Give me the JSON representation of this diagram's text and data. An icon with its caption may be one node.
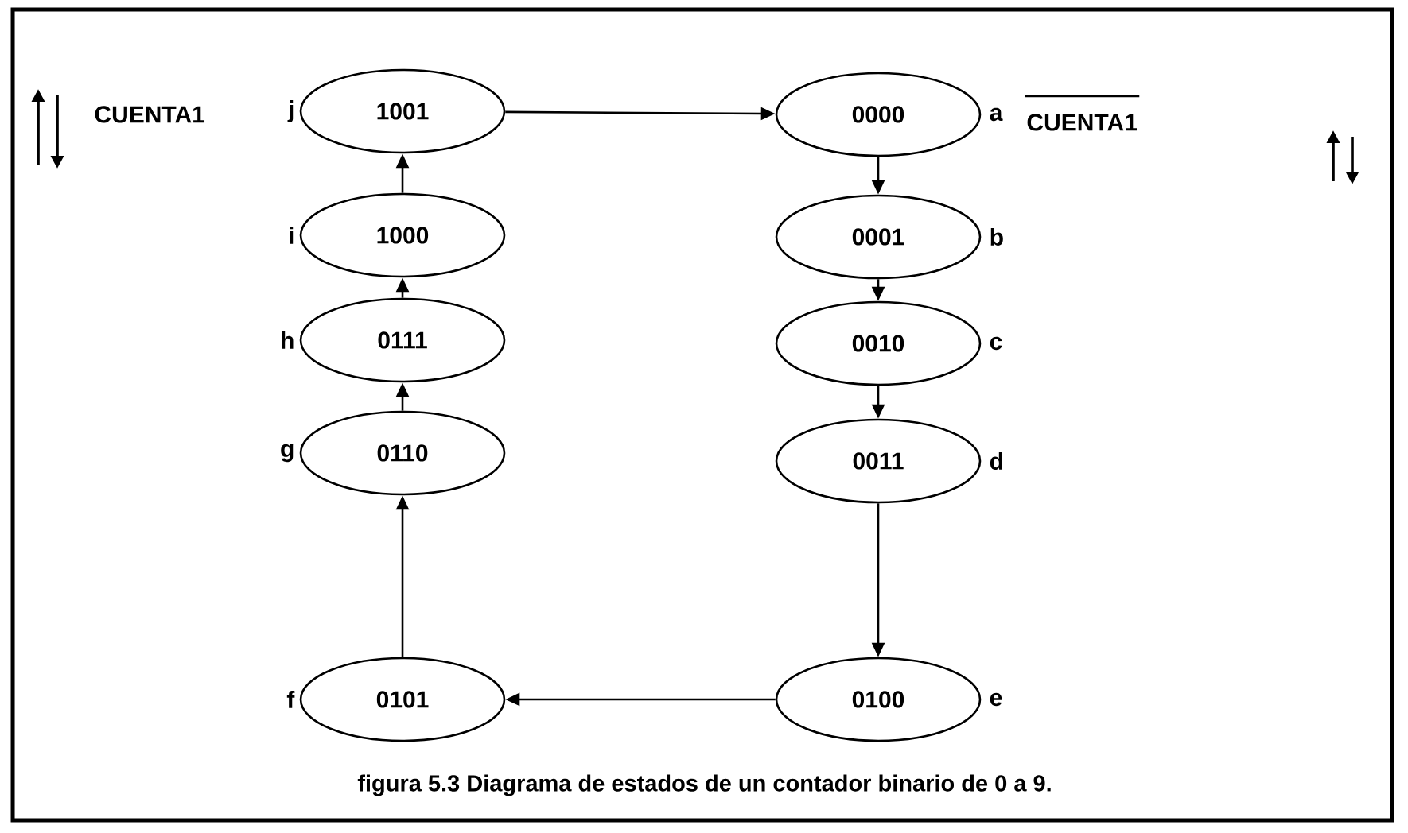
{
  "diagram": {
    "caption": "figura 5.3  Diagrama de estados de un contador binario de 0 a 9.",
    "nodes": [
      {
        "text": [
          "1001"
        ],
        "beside": [
          "j"
        ]
      },
      {
        "text": [
          "0000"
        ],
        "beside": [
          "a"
        ]
      },
      {
        "text": [
          "1000"
        ],
        "beside": [
          "i"
        ]
      },
      {
        "text": [
          "0001"
        ],
        "beside": [
          "b"
        ]
      },
      {
        "text": [
          "0111"
        ],
        "beside": [
          "h"
        ]
      },
      {
        "text": [
          "0010"
        ],
        "beside": [
          "c"
        ]
      },
      {
        "text": [
          "0110"
        ],
        "beside": [
          "g"
        ]
      },
      {
        "text": [
          "0011"
        ],
        "beside": [
          "d"
        ]
      },
      {
        "text": [
          "0101"
        ],
        "beside": [
          "f"
        ]
      },
      {
        "text": [
          "0100"
        ],
        "beside": [
          "e"
        ]
      }
    ],
    "edges": [
      {
        "from": 0,
        "to": 1,
        "arrow": "to"
      },
      {
        "from": 1,
        "to": 3,
        "arrow": "to"
      },
      {
        "from": 3,
        "to": 5,
        "arrow": "to"
      },
      {
        "from": 5,
        "to": 7,
        "arrow": "to"
      },
      {
        "from": 7,
        "to": 9,
        "arrow": "to"
      },
      {
        "from": 9,
        "to": 8,
        "arrow": "to"
      },
      {
        "from": 8,
        "to": 6,
        "arrow": "to"
      },
      {
        "from": 6,
        "to": 4,
        "arrow": "to"
      },
      {
        "from": 4,
        "to": 2,
        "arrow": "to"
      },
      {
        "from": 2,
        "to": 0,
        "arrow": "to"
      }
    ],
    "labels": [
      "CUENTA1",
      "CUENTA1"
    ]
  }
}
